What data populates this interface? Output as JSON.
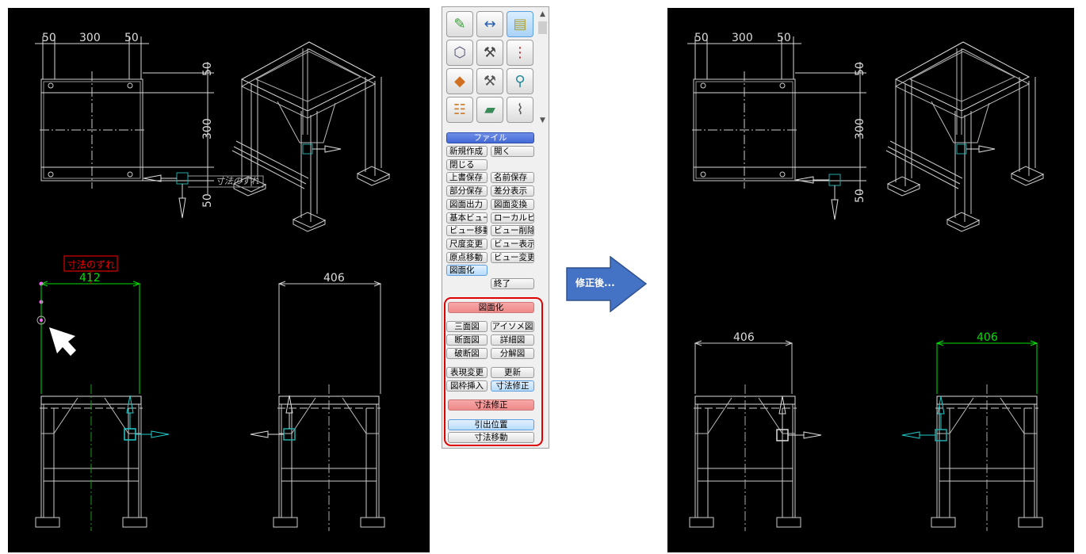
{
  "before": {
    "top_view": {
      "dim_h": [
        "50",
        "300",
        "50"
      ],
      "dim_v": [
        "50",
        "300",
        "50"
      ]
    },
    "annotation_label": "寸法のずれ",
    "front_view": {
      "dimension": "412",
      "dimension_color": "#00e000"
    },
    "side_view": {
      "dimension": "406"
    }
  },
  "after": {
    "top_view": {
      "dim_h": [
        "50",
        "300",
        "50"
      ],
      "dim_v": [
        "50",
        "300",
        "50"
      ]
    },
    "front_view": {
      "dimension": "406"
    },
    "side_view": {
      "dimension": "406",
      "dimension_color": "#00e000"
    }
  },
  "arrow_label": "修正後...",
  "toolbox": {
    "icons": [
      "sketch-icon",
      "dimension-icon",
      "layers-icon",
      "bolt-icon",
      "tools-icon",
      "tree-icon",
      "cube-icon",
      "tools-assembly-icon",
      "analysis-icon",
      "parts-list-icon",
      "extrude-icon",
      "pipe-icon"
    ],
    "file_header": "ファイル",
    "file_buttons": [
      [
        "新規作成",
        "開く"
      ],
      [
        "閉じる",
        ""
      ],
      [
        "上書保存",
        "名前保存"
      ],
      [
        "部分保存",
        "差分表示"
      ],
      [
        "図面出力",
        "図面変換"
      ],
      [
        "基本ビュー",
        "ローカルビュー"
      ],
      [
        "ビュー移動",
        "ビュー削除"
      ],
      [
        "尺度変更",
        "ビュー表示"
      ],
      [
        "原点移動",
        "ビュー変更"
      ],
      [
        "図面化",
        ""
      ],
      [
        "",
        "終了"
      ]
    ],
    "drawing_header": "図面化",
    "drawing_buttons": [
      [
        "三面図",
        "アイソメ図"
      ],
      [
        "断面図",
        "詳細図"
      ],
      [
        "破断図",
        "分解図"
      ],
      [
        "表現変更",
        "更新"
      ],
      [
        "図枠挿入",
        "寸法修正"
      ]
    ],
    "dimfix_header": "寸法修正",
    "dimfix_buttons": [
      "引出位置",
      "寸法移動"
    ],
    "highlight_color": "#e00000"
  }
}
